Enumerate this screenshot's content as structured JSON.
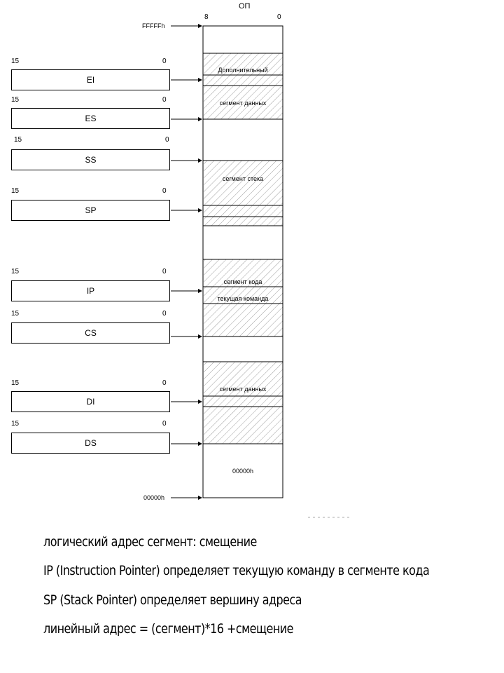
{
  "memory": {
    "title": "ОП",
    "bit_high": "8",
    "bit_low": "0",
    "top_address": "FFFFFh",
    "bottom_address": "00000h",
    "bottom_label": "00000h"
  },
  "registers": [
    {
      "name": "EI",
      "hi": "15",
      "lo": "0"
    },
    {
      "name": "ES",
      "hi": "15",
      "lo": "0"
    },
    {
      "name": "SS",
      "hi": "15",
      "lo": "0"
    },
    {
      "name": "SP",
      "hi": "15",
      "lo": "0"
    },
    {
      "name": "IP",
      "hi": "15",
      "lo": "0"
    },
    {
      "name": "CS",
      "hi": "15",
      "lo": "0"
    },
    {
      "name": "DI",
      "hi": "15",
      "lo": "0"
    },
    {
      "name": "DS",
      "hi": "15",
      "lo": "0"
    }
  ],
  "segments": {
    "extra": "Дополнительный",
    "data1": "сегмент данных",
    "stack": "сегмент стека",
    "code": "сегмент кода",
    "current_cmd": "текущая команда",
    "data2": "сегмент данных"
  },
  "notes": [
    "логический адрес сегмент: смещение",
    "IP (Instruction Pointer) определяет текущую команду в сегменте кода",
    "SP (Stack Pointer) определяет вершину адреса",
    "линейный адрес = (сегмент)*16 +смещение"
  ]
}
